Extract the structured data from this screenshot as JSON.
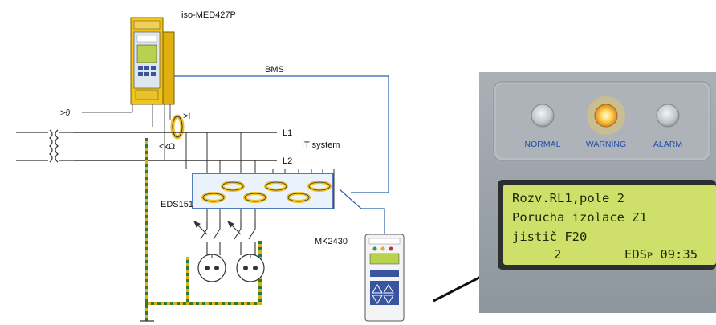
{
  "labels": {
    "device_top": "iso-MED427P",
    "bms": "BMS",
    "theta": ">ϑ",
    "current": ">I",
    "kohm": "<kΩ",
    "l1": "L1",
    "l2": "L2",
    "it_system": "IT system",
    "eds": "EDS151",
    "mk": "MK2430"
  },
  "panel": {
    "indicators": [
      {
        "label": "NORMAL",
        "state": "off"
      },
      {
        "label": "WARNING",
        "state": "on"
      },
      {
        "label": "ALARM",
        "state": "off"
      }
    ],
    "lcd_lines": [
      "Rozv.RL1,pole 2",
      "Porucha izolace Z1",
      "jistič F20"
    ],
    "lcd_bottom_left": "2",
    "lcd_bottom_right": "EDSᴘ 09:35"
  },
  "colors": {
    "wire_blue": "#2a5fb0",
    "device_yellow": "#f2c419",
    "ring_yellow": "#f0c020",
    "lcd_green": "#cfe06a",
    "panel_grey": "#9aa3ab",
    "led_on": "#ffd24a"
  }
}
